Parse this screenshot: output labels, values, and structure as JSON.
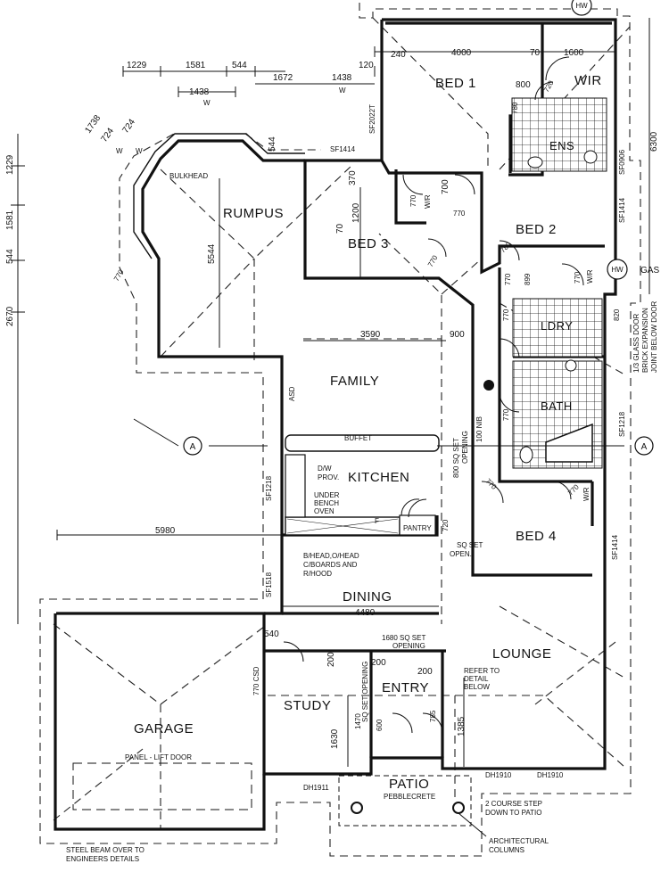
{
  "rooms": {
    "bed1": "BED 1",
    "wir": "WIR",
    "ens": "ENS",
    "bed2": "BED 2",
    "bed3": "BED 3",
    "rumpus": "RUMPUS",
    "ldry": "LDRY",
    "family": "FAMILY",
    "bath": "BATH",
    "kitchen": "KITCHEN",
    "bed4": "BED 4",
    "dining": "DINING",
    "lounge": "LOUNGE",
    "garage": "GARAGE",
    "study": "STUDY",
    "entry": "ENTRY",
    "patio": "PATIO",
    "pantry": "PANTRY",
    "buffet": "BUFFET"
  },
  "labels": {
    "hw_top": "HW",
    "hw_side": "HW",
    "gas": "GAS",
    "bulkhead": "BULKHEAD",
    "wr1": "W/R",
    "wr2": "W/R",
    "wr3": "W/R",
    "dw": "D/W",
    "prov": "PROV.",
    "under_bench": "UNDER",
    "under_bench2": "BENCH",
    "under_bench3": "OVEN",
    "fridge": "F",
    "bhead1": "B/HEAD,O/HEAD",
    "bhead2": "C/BOARDS AND",
    "bhead3": "R/HOOD",
    "sq800a": "800 SQ SET",
    "sq800b": "OPENING",
    "nb": "100 NIB",
    "sq720a": "SQ SET",
    "sq720b": "OPEN.",
    "sq1680a": "1680 SQ SET",
    "sq1680b": "OPENING",
    "refer1": "REFER TO",
    "refer2": "DETAIL",
    "refer3": "BELOW",
    "panel_door": "PANEL - LIFT DOOR",
    "pebble": "PEBBLECRETE",
    "step1": "2 COURSE STEP",
    "step2": "DOWN TO PATIO",
    "arch1": "ARCHITECTURAL",
    "arch2": "COLUMNS",
    "beam1": "STEEL BEAM OVER TO",
    "beam2": "ENGINEERS DETAILS",
    "glass1": "1/3 GLASS DOOR",
    "glass2": "BRICK EXPANSION",
    "glass3": "JOINT BELOW DOOR",
    "section_a1": "A",
    "section_a2": "A",
    "csd": "770 CSD",
    "sq_set_study": "SQ SET OPENING"
  },
  "windows": {
    "sf2022t": "SF2022T",
    "sf1414a": "SF1414",
    "sf0906": "SF0906",
    "sf1414b": "SF1414",
    "sf1218a": "SF1218",
    "sf1218b": "SF1218",
    "sf1518": "SF1518",
    "sf1414c": "SF1414",
    "dh1911": "DH1911",
    "dh1910a": "DH1910",
    "dh1910b": "DH1910",
    "asd": "ASD"
  },
  "dimensions": {
    "d1229t": "1229",
    "d1581t": "1581",
    "d544t": "544",
    "d1672": "1672",
    "d1438a": "1438",
    "d1438b": "1438",
    "w1": "W",
    "w2": "W",
    "w3": "W",
    "w4": "W",
    "d1738": "1738",
    "d724a": "724",
    "d724b": "724",
    "d240": "240",
    "d4000": "4000",
    "d70a": "70",
    "d1600": "1600",
    "d120": "120",
    "d800": "800",
    "d780": "780",
    "d720a": "720",
    "d544b": "544",
    "d370": "370",
    "d1200": "1200",
    "d70b": "70",
    "d770a": "770",
    "d700": "700",
    "d770b": "770",
    "d770c": "770",
    "d780b": "780",
    "d770d": "770",
    "d899": "899",
    "d770e": "770",
    "d820": "820",
    "d6300": "6300",
    "d1229l": "1229",
    "d1581l": "1581",
    "d544l": "544",
    "d2670": "2670",
    "d5544": "5544",
    "d770f": "770",
    "d3590": "3590",
    "d900": "900",
    "d770g": "770",
    "d770h": "770",
    "d770i": "770",
    "d5980": "5980",
    "d720b": "720",
    "d4480": "4480",
    "d540": "540",
    "d200a": "200",
    "d200b": "200",
    "d200c": "200",
    "d1470": "1470",
    "d600": "600",
    "d785": "785",
    "d1385": "1385",
    "d1630": "1630",
    "d770j": "770"
  }
}
